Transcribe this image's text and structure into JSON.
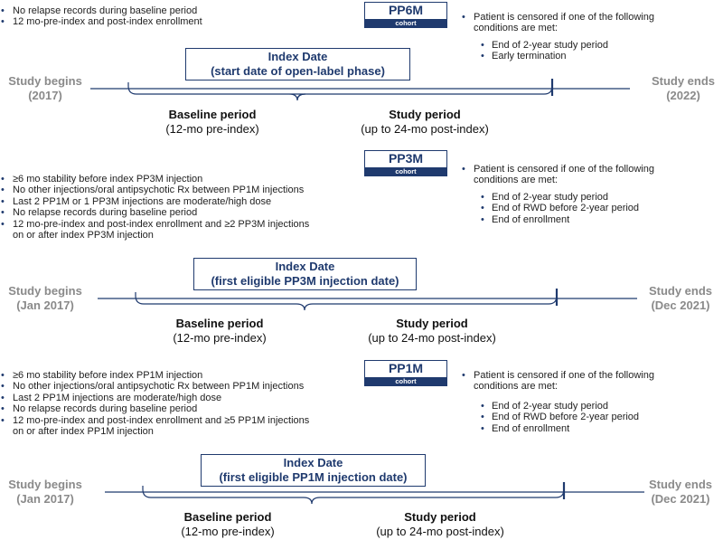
{
  "cohorts": [
    {
      "name": "PP6M",
      "tag": "cohort",
      "criteria": [
        "No relapse records during baseline period",
        "12 mo-pre-index and post-index enrollment"
      ],
      "censor_intro": [
        "Patient is censored if one of the following",
        "conditions are met:"
      ],
      "censor_items": [
        "End of 2-year study period",
        "Early termination"
      ],
      "index_title": "Index Date",
      "index_subtitle": "(start date of open-label phase)",
      "study_begins": "Study begins",
      "begin_year": "(2017)",
      "study_ends": "Study ends",
      "end_year": "(2022)",
      "baseline_title": "Baseline period",
      "baseline_sub": "(12-mo pre-index)",
      "study_title": "Study period",
      "study_sub": "(up to 24-mo post-index)"
    },
    {
      "name": "PP3M",
      "tag": "cohort",
      "criteria": [
        "≥6 mo stability before index PP3M injection",
        "No other injections/oral antipsychotic Rx between PP1M injections",
        "Last 2 PP1M or 1 PP3M injections are moderate/high dose",
        "No relapse records during baseline period",
        "12 mo-pre-index and post-index enrollment and ≥2 PP3M injections",
        "on or after index PP3M injection"
      ],
      "censor_intro": [
        "Patient is censored if one of the following",
        "conditions are met:"
      ],
      "censor_items": [
        "End of 2-year study period",
        "End of RWD before 2-year period",
        "End of enrollment"
      ],
      "index_title": "Index Date",
      "index_subtitle": "(first eligible PP3M injection date)",
      "study_begins": "Study begins",
      "begin_year": "(Jan 2017)",
      "study_ends": "Study ends",
      "end_year": "(Dec 2021)",
      "baseline_title": "Baseline period",
      "baseline_sub": "(12-mo pre-index)",
      "study_title": "Study period",
      "study_sub": "(up to 24-mo post-index)"
    },
    {
      "name": "PP1M",
      "tag": "cohort",
      "criteria": [
        "≥6 mo stability before index PP1M injection",
        "No other injections/oral antipsychotic Rx between PP1M injections",
        "Last 2 PP1M injections are moderate/high dose",
        "No relapse records during baseline period",
        "12 mo-pre-index and post-index enrollment and ≥5 PP1M injections",
        "on or after index PP1M injection"
      ],
      "censor_intro": [
        "Patient is censored if one of the following",
        "conditions are met:"
      ],
      "censor_items": [
        "End of 2-year study period",
        "End of RWD before 2-year period",
        "End of enrollment"
      ],
      "index_title": "Index Date",
      "index_subtitle": "(first eligible PP1M injection date)",
      "study_begins": "Study begins",
      "begin_year": "(Jan 2017)",
      "study_ends": "Study ends",
      "end_year": "(Dec 2021)",
      "baseline_title": "Baseline period",
      "baseline_sub": "(12-mo pre-index)",
      "study_title": "Study period",
      "study_sub": "(up to 24-mo post-index)"
    }
  ],
  "colors": {
    "navy": "#1f3a6e",
    "gray": "#8a8a8a"
  }
}
